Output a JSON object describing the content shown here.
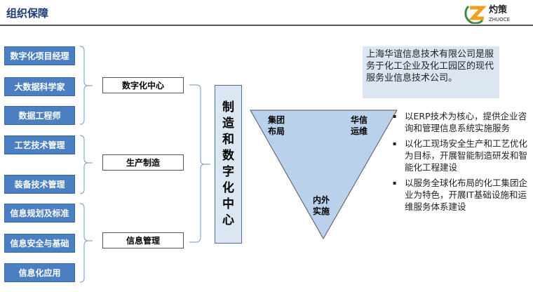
{
  "header": {
    "title": "组织保障",
    "logo_text": "灼策",
    "logo_subtext": "ZHUOCE"
  },
  "roles": [
    "数字化项目经理",
    "大数据科学家",
    "数据工程师",
    "工艺技术管理",
    "装备技术管理",
    "信息规划及标准",
    "信息安全与基础",
    "信息化应用"
  ],
  "groups": [
    "数字化中心",
    "生产制造",
    "信息管理"
  ],
  "center": {
    "chars": [
      "制",
      "造",
      "和",
      "数",
      "字",
      "化",
      "中",
      "心"
    ]
  },
  "info": "上海华谊信息技术有限公司是服务于化工企业及化工园区的现代服务业信息技术公司。",
  "triangle": {
    "left": "集团布局",
    "right": "华信运维",
    "bottom": "内外实施"
  },
  "bullets": [
    "以ERP技术为核心，提供企业咨询和管理信息系统实施服务",
    "以化工现场安全生产和工艺优化为目标，开展智能制造研发和智能化工程建设",
    "以服务全球化布局的化工集团企业为特色，开展IT基础设施和运维服务体系建设"
  ],
  "colors": {
    "role_box": "#4a7fc1",
    "light_fill": "#dce6f2",
    "triangle": "#b9d1ea",
    "title": "#1f3b73"
  }
}
